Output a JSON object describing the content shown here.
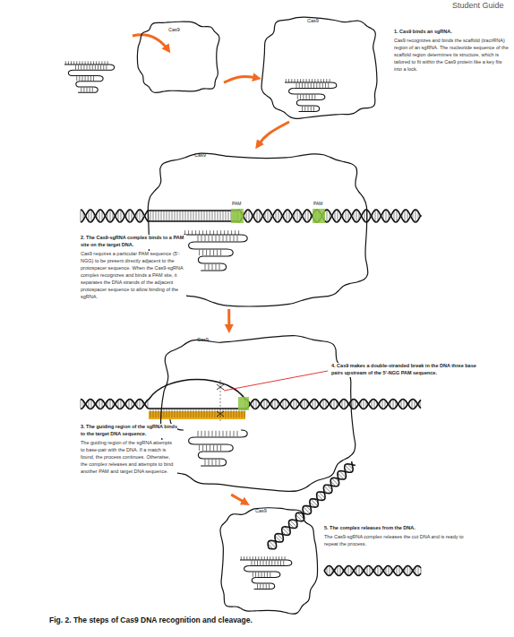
{
  "diagram": {
    "caption": "Fig. 2. The steps of Cas9 DNA recognition and cleavage.",
    "nodes": [
      {
        "text": [
          "Cas9"
        ]
      },
      {
        "text": [
          "Cas9"
        ]
      },
      {
        "text": [
          "Cas9"
        ]
      },
      {
        "text": [
          "Cas9"
        ]
      },
      {
        "text": [
          "Cas9"
        ]
      }
    ],
    "edges": [
      {
        "from": 0,
        "to": 1,
        "arrow": "to"
      },
      {
        "from": 1,
        "to": 2,
        "arrow": "to"
      },
      {
        "from": 2,
        "to": 3,
        "arrow": "to"
      },
      {
        "from": 3,
        "to": 4,
        "arrow": "to"
      }
    ],
    "labels": [
      "Student Guide",
      "1. Cas9 binds an sgRNA.",
      "Cas9 recognizes and binds the scaffold (tracrRNA) region of an sgRNA. The nucleotide sequence of the scaffold region determines its structure, which is tailored to fit within the Cas9 protein like a key fits into a lock.",
      "PAM",
      "PAM",
      "2. The Cas9-sgRNA complex binds to a PAM site on the target DNA.",
      "Cas9 requires a particular PAM sequence (5'-NGG) to be present directly adjacent to the protospacer sequence. When the Cas9-sgRNA complex recognizes and binds a PAM site, it separates the DNA strands of the adjacent protospacer sequence to allow binding of the sgRNA.",
      "4. Cas9 makes a double-stranded break in the DNA three base pairs upstream of the 5'-NGG PAM sequence.",
      "3. The guiding region of the sgRNA binds to the target DNA sequence.",
      "The guiding region of the sgRNA attempts to base-pair with the DNA. If a match is found, the process continues. Otherwise, the complex releases and attempts to bind another PAM and target DNA sequence.",
      "5. The complex releases from the DNA.",
      "The Cas9-sgRNA complex releases the cut DNA and is ready to repeat the process."
    ]
  }
}
